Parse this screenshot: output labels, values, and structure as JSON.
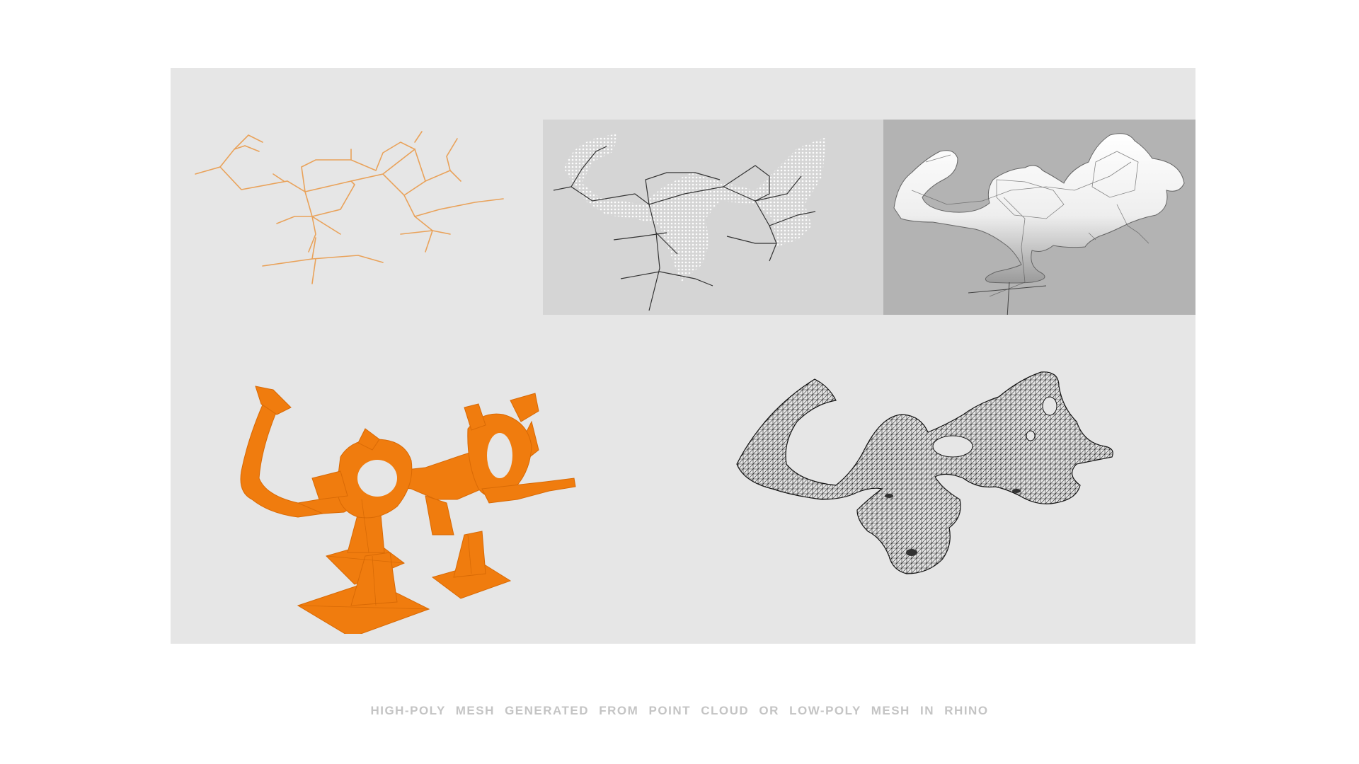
{
  "caption": "HIGH-POLY MESH GENERATED FROM POINT CLOUD OR LOW-POLY MESH IN RHINO",
  "colors": {
    "board_bg": "#e6e6e6",
    "line_orange": "#e9a25a",
    "mesh_orange": "#f07c0e",
    "cloud_bg": "#d5d5d5",
    "lowpoly_bg": "#b3b3b3",
    "caption": "#c4c4c4"
  },
  "panels": [
    {
      "id": "line-skeleton",
      "style": "orange line network"
    },
    {
      "id": "point-cloud",
      "style": "white point cloud with dark skeleton lines"
    },
    {
      "id": "low-poly-mesh",
      "style": "translucent white shaded mesh"
    },
    {
      "id": "orange-mesh",
      "style": "orange faceted solid with square bases"
    },
    {
      "id": "high-poly-wireframe",
      "style": "black triangulated wireframe"
    }
  ]
}
